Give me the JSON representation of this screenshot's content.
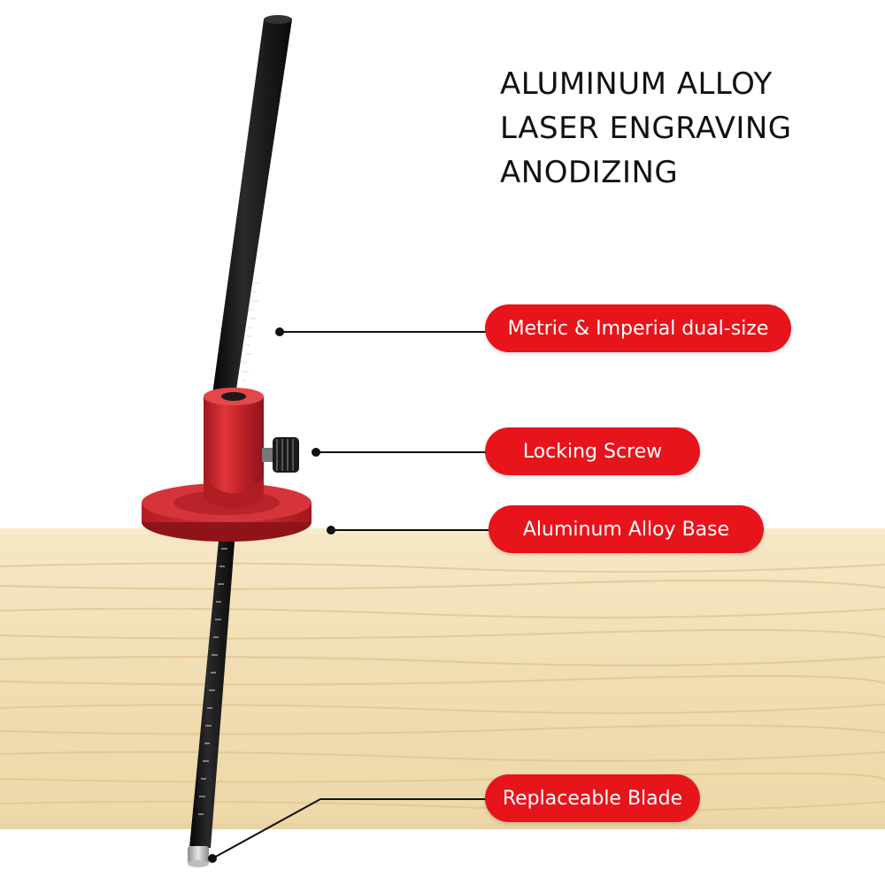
{
  "headline": {
    "lines": [
      "ALUMINUM ALLOY",
      "LASER ENGRAVING",
      "ANODIZING"
    ]
  },
  "callouts": [
    {
      "label": "Metric & Imperial dual-size"
    },
    {
      "label": "Locking Screw"
    },
    {
      "label": "Aluminum Alloy Base"
    },
    {
      "label": "Replaceable Blade"
    }
  ],
  "colors": {
    "accent": "#e8141b",
    "rod": "#111111",
    "wood": "#f3e2bb",
    "anodized_red": "#c9242a"
  }
}
